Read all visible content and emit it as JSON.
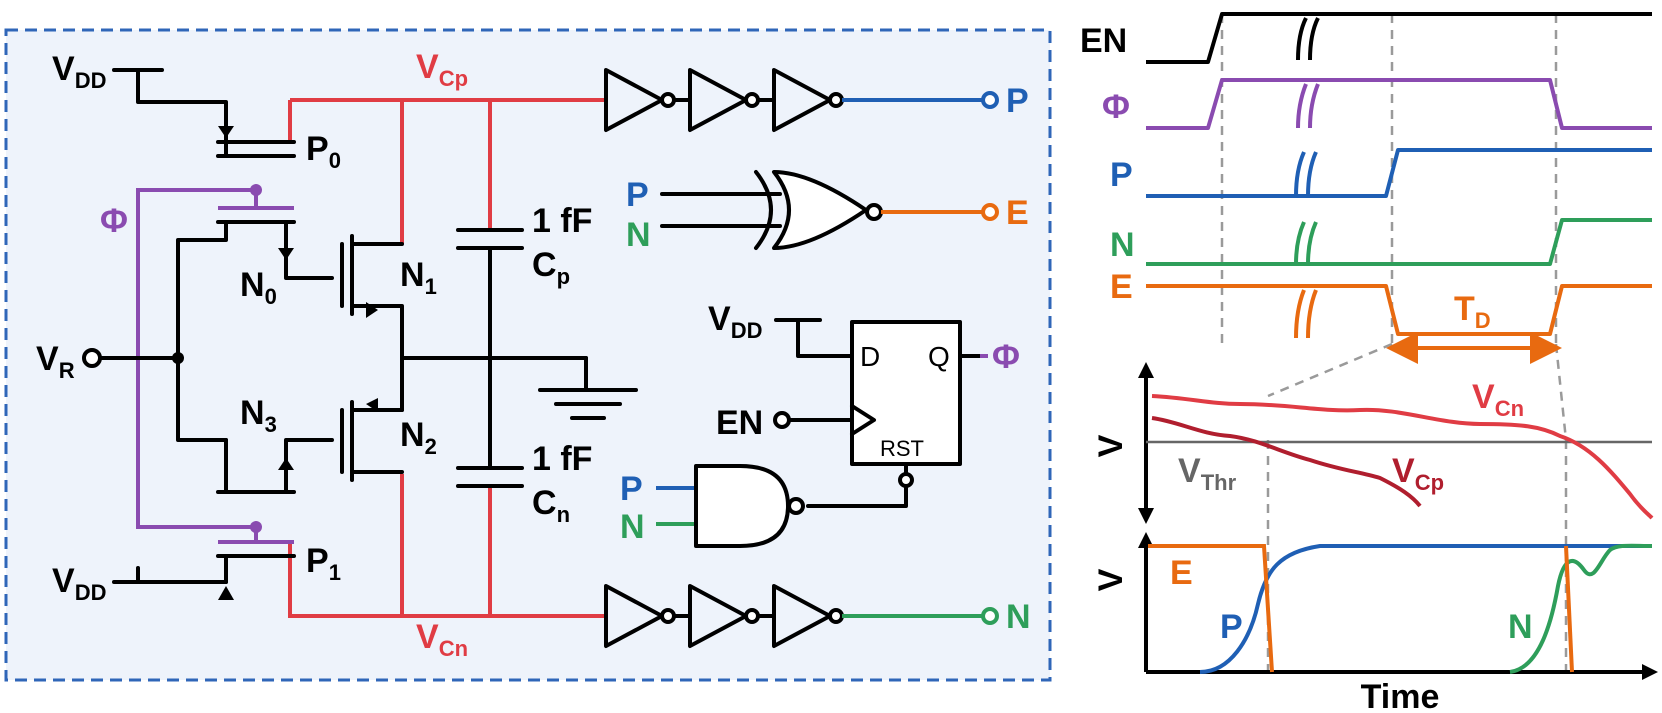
{
  "colors": {
    "black": "#000000",
    "red": "#e03c44",
    "darkred": "#b01e2e",
    "blue": "#1f5fb4",
    "green": "#2e9e5a",
    "orange": "#e86a10",
    "purple": "#8a4bb0",
    "gray": "#9a9a9a",
    "panel_bg": "#eef3fb",
    "panel_border": "#2f66b8"
  },
  "circuit": {
    "vdd_top": {
      "main": "V",
      "sub": "DD"
    },
    "vdd_bottom": {
      "main": "V",
      "sub": "DD"
    },
    "vdd_ff": {
      "main": "V",
      "sub": "DD"
    },
    "vr": {
      "main": "V",
      "sub": "R"
    },
    "phi": "Φ",
    "p0": {
      "main": "P",
      "sub": "0"
    },
    "p1": {
      "main": "P",
      "sub": "1"
    },
    "n0": {
      "main": "N",
      "sub": "0"
    },
    "n1": {
      "main": "N",
      "sub": "1"
    },
    "n2": {
      "main": "N",
      "sub": "2"
    },
    "n3": {
      "main": "N",
      "sub": "3"
    },
    "vcp": {
      "main": "V",
      "sub": "Cp"
    },
    "vcn": {
      "main": "V",
      "sub": "Cn"
    },
    "cap_top": {
      "value": "1 fF",
      "main": "C",
      "sub": "p"
    },
    "cap_bot": {
      "value": "1 fF",
      "main": "C",
      "sub": "n"
    },
    "out_p": "P",
    "out_n": "N",
    "out_e": "E",
    "xnor_in_p": "P",
    "xnor_in_n": "N",
    "ff_d": "D",
    "ff_q": "Q",
    "ff_rst": "RST",
    "ff_out_phi": "Φ",
    "en": "EN",
    "nand_in_p": "P",
    "nand_in_n": "N"
  },
  "timing": {
    "signals": [
      "EN",
      "Φ",
      "P",
      "N",
      "E"
    ],
    "td": {
      "main": "T",
      "sub": "D"
    }
  },
  "analog_top": {
    "ylabel": "V",
    "vthr": {
      "main": "V",
      "sub": "Thr"
    },
    "vcn": {
      "main": "V",
      "sub": "Cn"
    },
    "vcp": {
      "main": "V",
      "sub": "Cp"
    }
  },
  "analog_bottom": {
    "ylabel": "V",
    "xlabel": "Time",
    "e": "E",
    "p": "P",
    "n": "N"
  }
}
